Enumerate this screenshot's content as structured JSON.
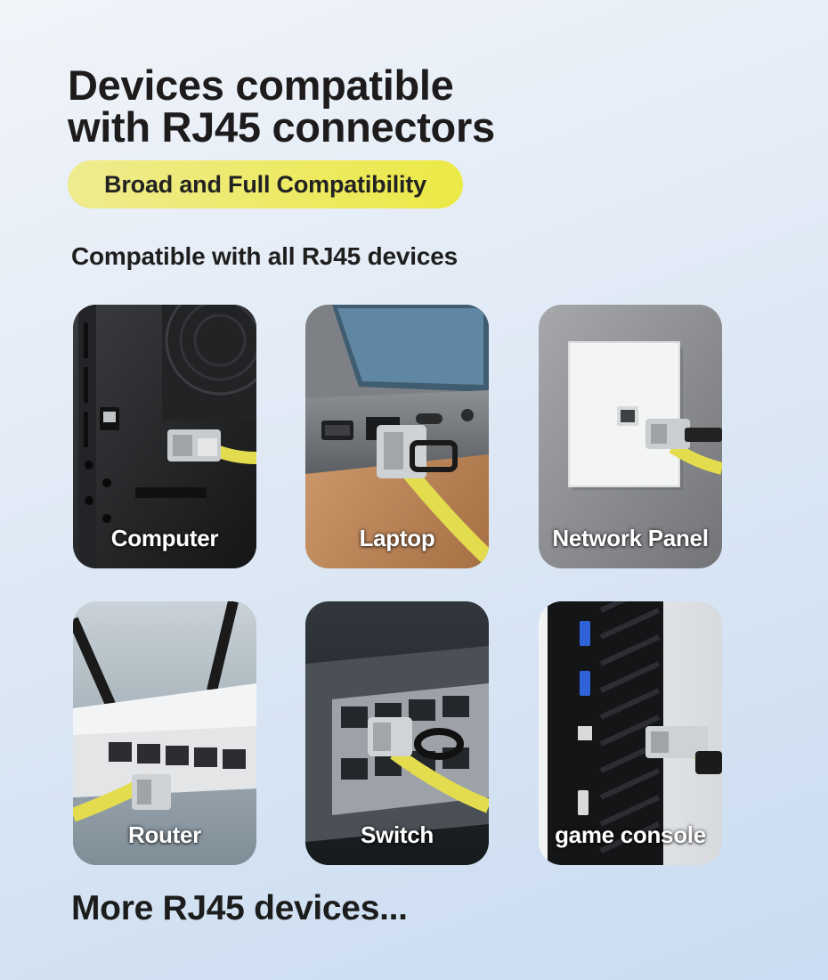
{
  "header": {
    "title_line1": "Devices compatible",
    "title_line2": "with RJ45 connectors",
    "badge": "Broad and Full Compatibility",
    "subheading": "Compatible with all RJ45 devices"
  },
  "devices": [
    {
      "label": "Computer"
    },
    {
      "label": "Laptop"
    },
    {
      "label": "Network Panel"
    },
    {
      "label": "Router"
    },
    {
      "label": "Switch"
    },
    {
      "label": "game console"
    }
  ],
  "footer": {
    "text": "More RJ45 devices..."
  },
  "colors": {
    "badge": "#ecea45",
    "cable": "#e3dc4e",
    "background": "#dfe9f5"
  }
}
